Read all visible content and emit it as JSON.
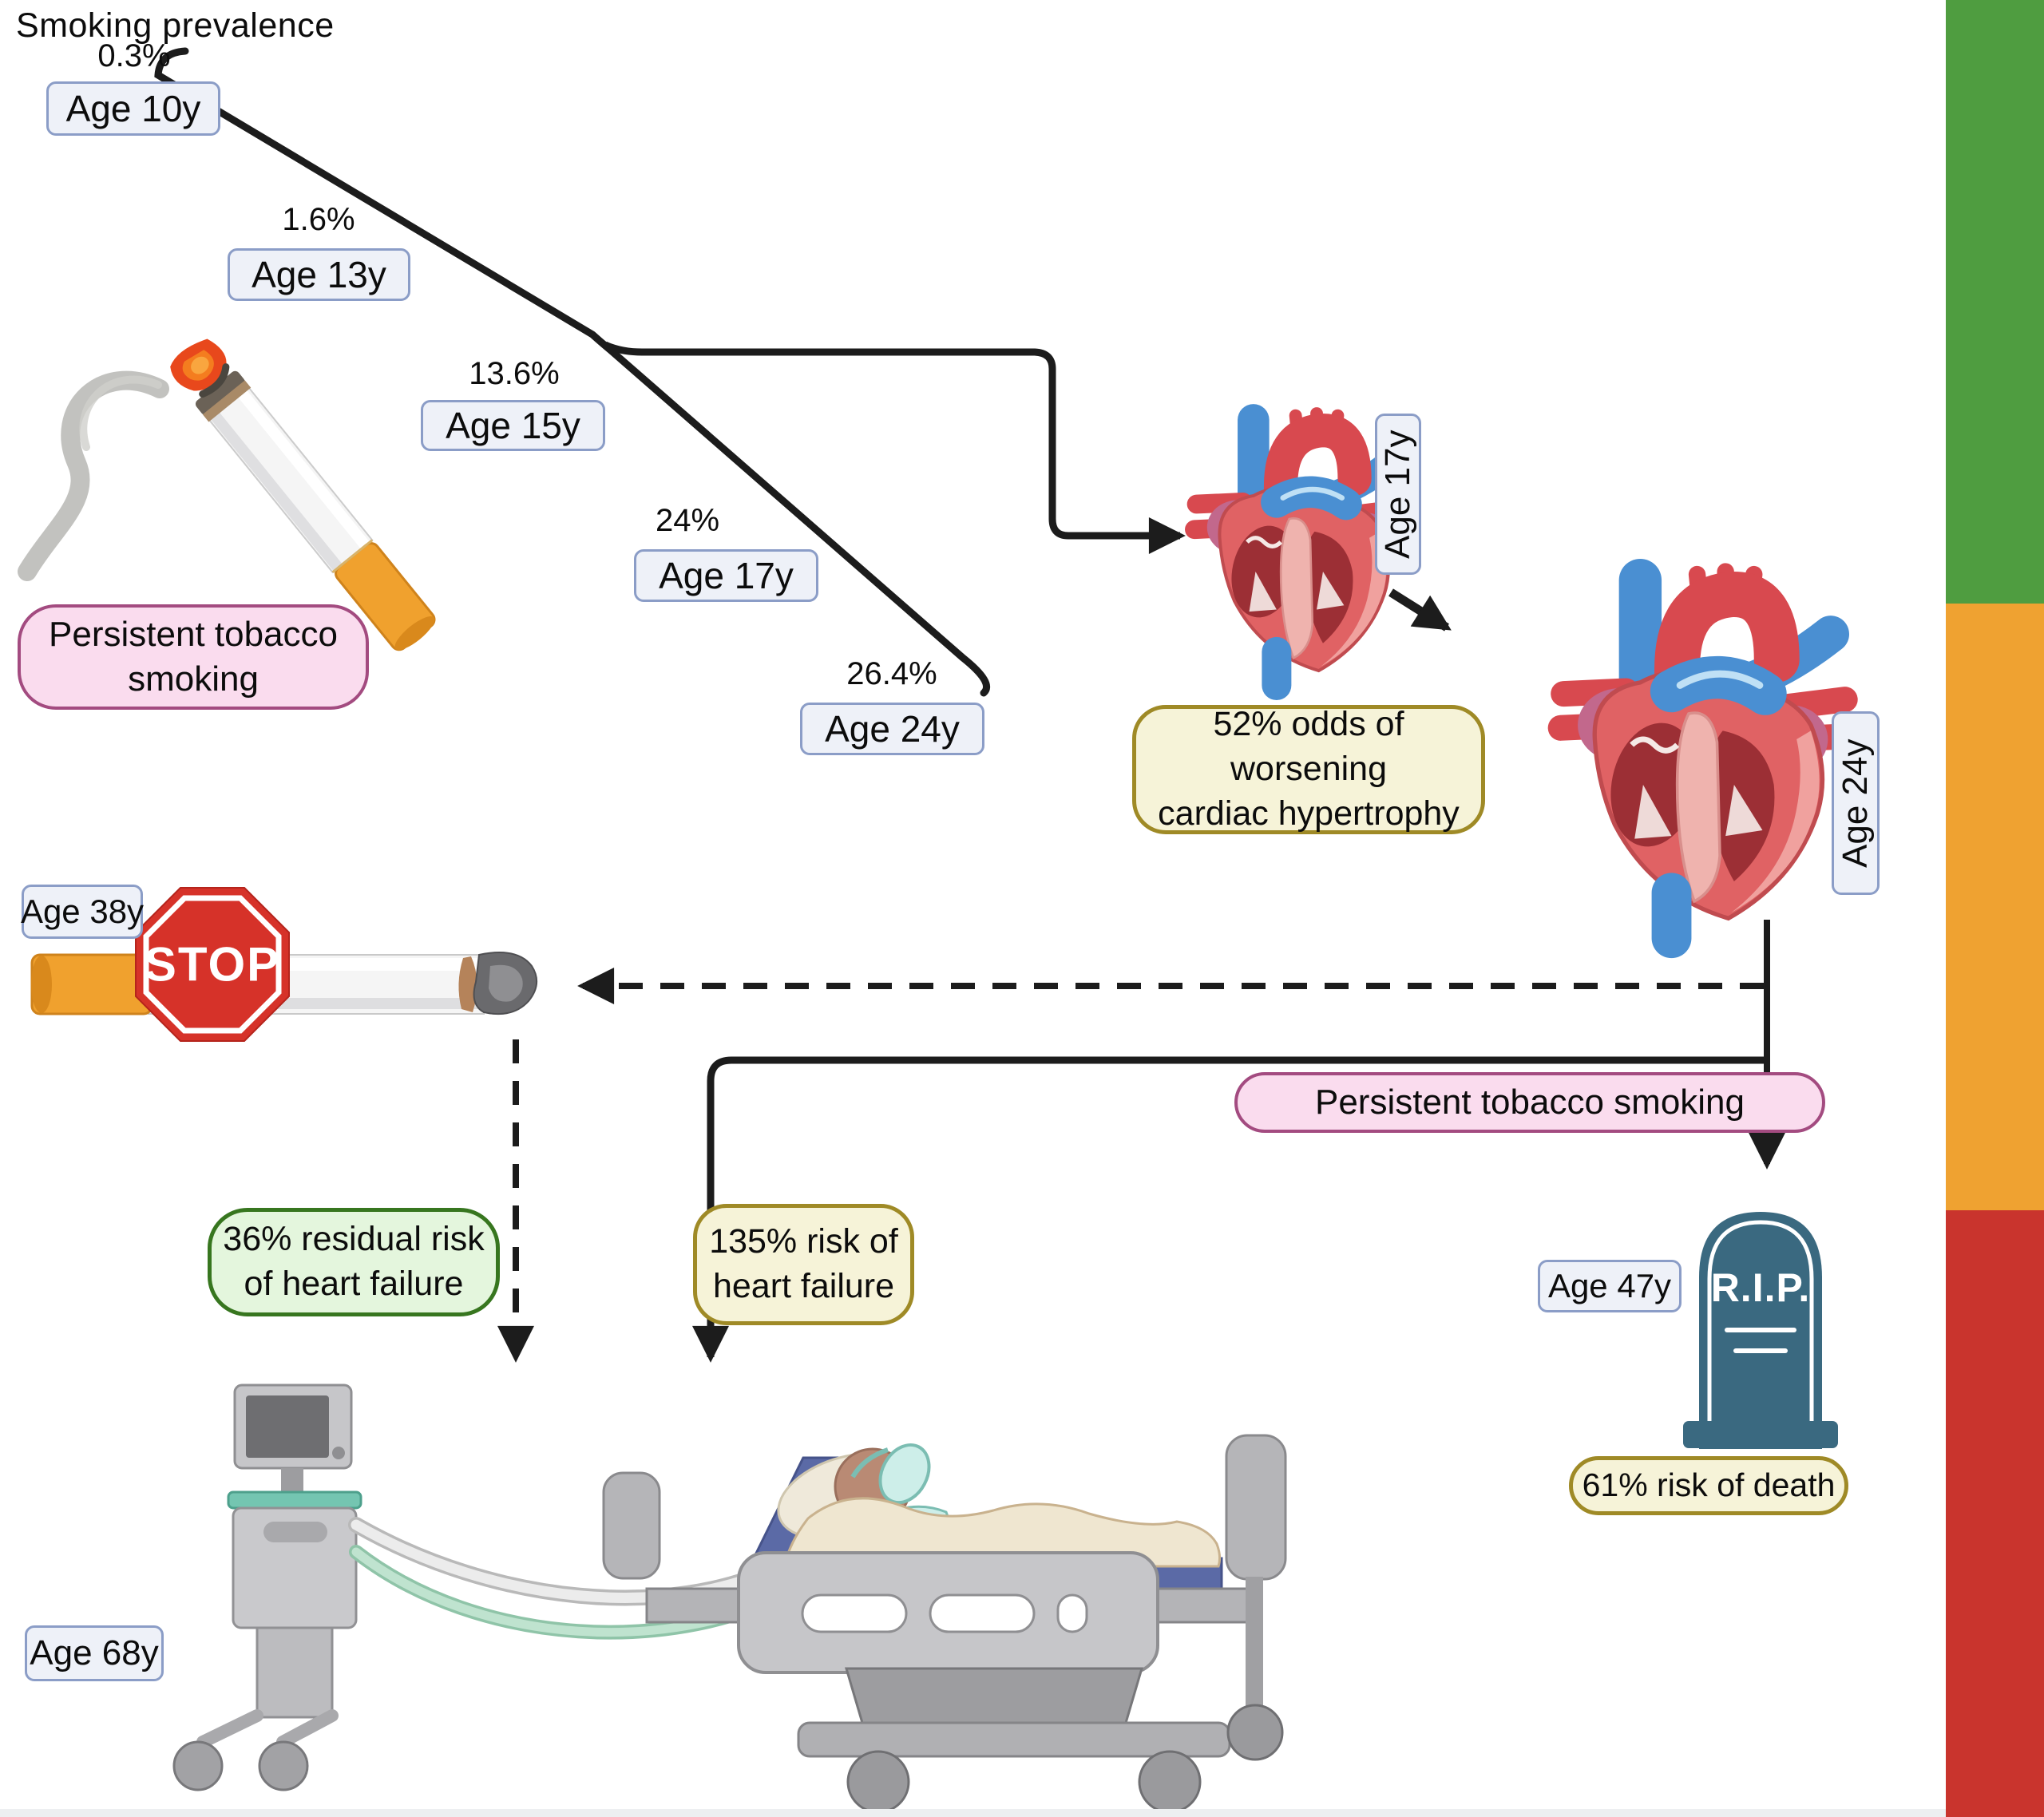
{
  "title": "Smoking prevalence",
  "prevalence": [
    {
      "percent": "0.3%",
      "age": "Age 10y"
    },
    {
      "percent": "1.6%",
      "age": "Age 13y"
    },
    {
      "percent": "13.6%",
      "age": "Age 15y"
    },
    {
      "percent": "24%",
      "age": "Age 17y"
    },
    {
      "percent": "26.4%",
      "age": "Age 24y"
    }
  ],
  "smoking_boxes": {
    "persistent_1": {
      "line1": "Persistent tobacco",
      "line2": "smoking"
    },
    "persistent_2": "Persistent tobacco smoking"
  },
  "hearts": {
    "age_17_label": "Age 17y",
    "age_24_label": "Age 24y",
    "odds_box": {
      "line1": "52% odds of worsening",
      "line2": "cardiac hypertrophy"
    }
  },
  "cessation": {
    "age_label": "Age 38y",
    "stop_sign": "STOP",
    "residual_box": {
      "line1": "36% residual risk",
      "line2": "of heart failure"
    }
  },
  "outcomes": {
    "hf_box": {
      "line1": "135% risk of",
      "line2": "heart failure"
    },
    "death_age_label": "Age 47y",
    "tombstone_text": "R.I.P.",
    "death_box": "61% risk of death",
    "hospital_age_label": "Age 68y"
  },
  "risk_bar": {
    "green": "#4f9d40",
    "orange": "#efa231",
    "red": "#c9342d"
  }
}
